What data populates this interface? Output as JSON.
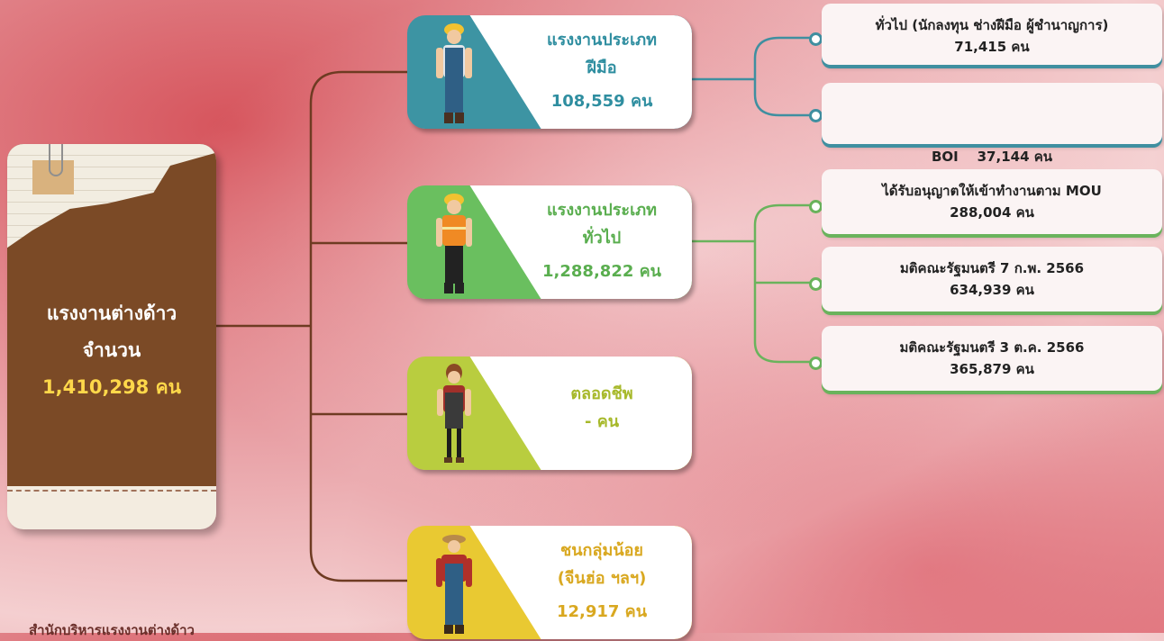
{
  "root": {
    "line1": "แรงงานต่างด้าว",
    "line2": "จำนวน",
    "total": "1,410,298 คน"
  },
  "categories": [
    {
      "title1": "แรงงานประเภท",
      "title2": "ฝีมือ",
      "count": "108,559 คน",
      "color": "#3d94a3"
    },
    {
      "title1": "แรงงานประเภท",
      "title2": "ทั่วไป",
      "count": "1,288,822 คน",
      "color": "#6abf5f"
    },
    {
      "title1": "ตลอดชีพ",
      "title2": "",
      "count": "- คน",
      "color": "#b9cd3f"
    },
    {
      "title1": "ชนกลุ่มน้อย",
      "title2": "(จีนฮ่อ ฯลฯ)",
      "count": "12,917 คน",
      "color": "#e9c932"
    }
  ],
  "skilled_subs": [
    {
      "line1": "ทั่วไป (นักลงทุน ช่างฝีมือ ผู้ชำนาญการ)",
      "line2": "71,415 คน"
    },
    {
      "line1": "BOI    37,144 คน",
      "line2": ""
    }
  ],
  "general_subs": [
    {
      "line1": "ได้รับอนุญาตให้เข้าทำงานตาม MOU",
      "line2": "288,004 คน"
    },
    {
      "line1": "มติคณะรัฐมนตรี 7 ก.พ. 2566",
      "line2": "634,939 คน"
    },
    {
      "line1": "มติคณะรัฐมนตรี 3 ต.ค. 2566",
      "line2": "365,879 คน"
    }
  ],
  "footer": "สำนักบริหารแรงงานต่างด้าว",
  "colors": {
    "brown": "#6e3b22",
    "teal": "#3f8fa0",
    "green": "#6ab35c",
    "yellow_text": "#ffd84a"
  },
  "icons": [
    "worker-helmet-icon",
    "worker-vest-icon",
    "woman-apron-icon",
    "farmer-overalls-icon",
    "paperclip-icon"
  ]
}
